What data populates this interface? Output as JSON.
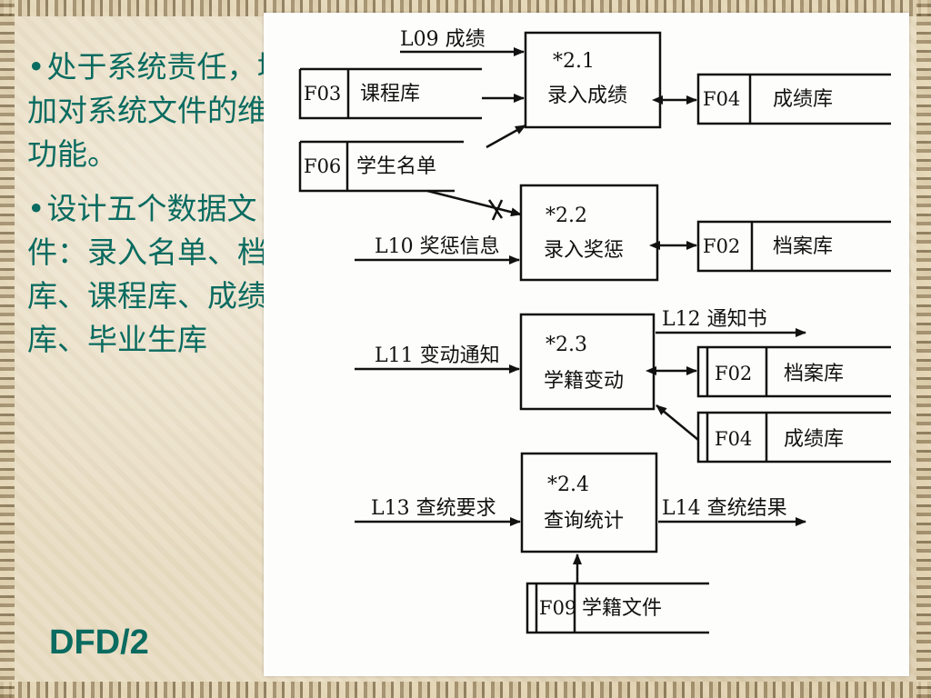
{
  "bullets": [
    {
      "text": "处于系统责任，增加对系统文件的维护功能。"
    },
    {
      "text": "设计五个数据文件：录入名单、档案库、课程库、成绩库、毕业生库"
    }
  ],
  "footer_label": "DFD/2",
  "diagram": {
    "processes": [
      {
        "id": "*2.1",
        "name": "录入成绩"
      },
      {
        "id": "*2.2",
        "name": "录入奖惩"
      },
      {
        "id": "*2.3",
        "name": "学籍变动"
      },
      {
        "id": "*2.4",
        "name": "查询统计"
      }
    ],
    "stores": [
      {
        "code": "F03",
        "name": "课程库"
      },
      {
        "code": "F04",
        "name": "成绩库"
      },
      {
        "code": "F06",
        "name": "学生名单"
      },
      {
        "code": "F02",
        "name": "档案库"
      },
      {
        "code": "F02",
        "name": "档案库"
      },
      {
        "code": "F04",
        "name": "成绩库"
      },
      {
        "code": "F09",
        "name": "学籍文件"
      }
    ],
    "flows": [
      {
        "label": "L09 成绩"
      },
      {
        "label": "L10 奖惩信息"
      },
      {
        "label": "L11 变动通知"
      },
      {
        "label": "L12 通知书"
      },
      {
        "label": "L13 查统要求"
      },
      {
        "label": "L14 查统结果"
      }
    ]
  }
}
